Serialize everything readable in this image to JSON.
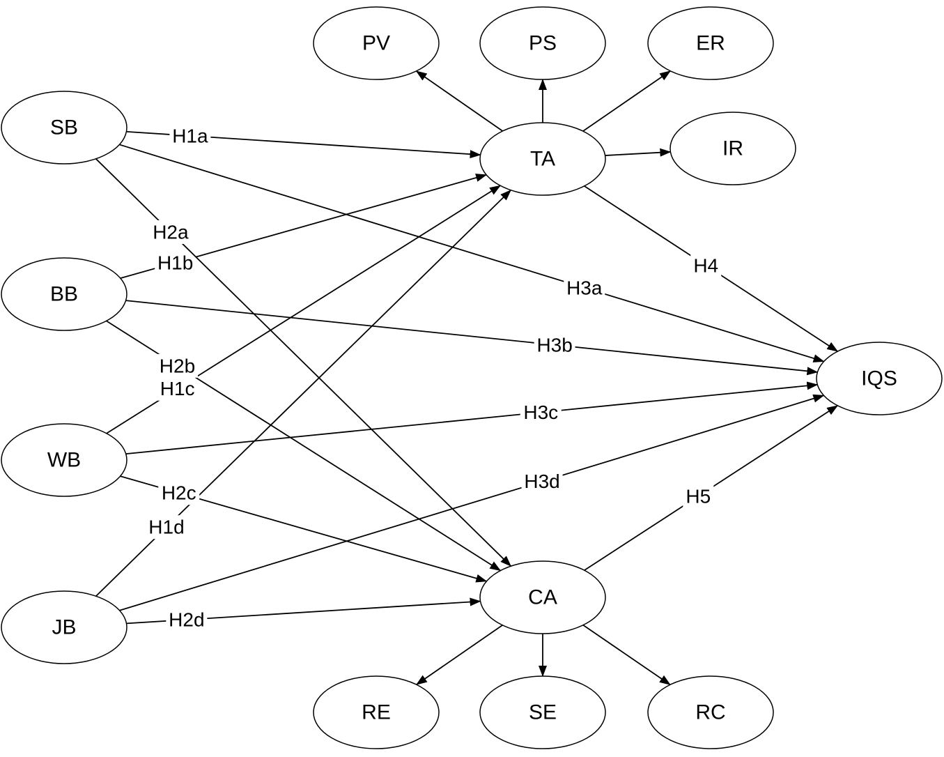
{
  "diagram": {
    "nodes": [
      {
        "id": "PV",
        "label": "PV"
      },
      {
        "id": "PS",
        "label": "PS"
      },
      {
        "id": "ER",
        "label": "ER"
      },
      {
        "id": "IR",
        "label": "IR"
      },
      {
        "id": "SB",
        "label": "SB"
      },
      {
        "id": "TA",
        "label": "TA"
      },
      {
        "id": "BB",
        "label": "BB"
      },
      {
        "id": "IQS",
        "label": "IQS"
      },
      {
        "id": "WB",
        "label": "WB"
      },
      {
        "id": "JB",
        "label": "JB"
      },
      {
        "id": "CA",
        "label": "CA"
      },
      {
        "id": "RE",
        "label": "RE"
      },
      {
        "id": "SE",
        "label": "SE"
      },
      {
        "id": "RC",
        "label": "RC"
      }
    ],
    "edges": [
      {
        "from": "TA",
        "to": "PV",
        "label": ""
      },
      {
        "from": "TA",
        "to": "PS",
        "label": ""
      },
      {
        "from": "TA",
        "to": "ER",
        "label": ""
      },
      {
        "from": "TA",
        "to": "IR",
        "label": ""
      },
      {
        "from": "CA",
        "to": "RE",
        "label": ""
      },
      {
        "from": "CA",
        "to": "SE",
        "label": ""
      },
      {
        "from": "CA",
        "to": "RC",
        "label": ""
      },
      {
        "from": "SB",
        "to": "TA",
        "label": "H1a"
      },
      {
        "from": "BB",
        "to": "TA",
        "label": "H1b"
      },
      {
        "from": "WB",
        "to": "TA",
        "label": "H1c"
      },
      {
        "from": "JB",
        "to": "TA",
        "label": "H1d"
      },
      {
        "from": "SB",
        "to": "CA",
        "label": "H2a"
      },
      {
        "from": "BB",
        "to": "CA",
        "label": "H2b"
      },
      {
        "from": "WB",
        "to": "CA",
        "label": "H2c"
      },
      {
        "from": "JB",
        "to": "CA",
        "label": "H2d"
      },
      {
        "from": "SB",
        "to": "IQS",
        "label": "H3a"
      },
      {
        "from": "BB",
        "to": "IQS",
        "label": "H3b"
      },
      {
        "from": "WB",
        "to": "IQS",
        "label": "H3c"
      },
      {
        "from": "JB",
        "to": "IQS",
        "label": "H3d"
      },
      {
        "from": "TA",
        "to": "IQS",
        "label": "H4"
      },
      {
        "from": "CA",
        "to": "IQS",
        "label": "H5"
      }
    ]
  }
}
